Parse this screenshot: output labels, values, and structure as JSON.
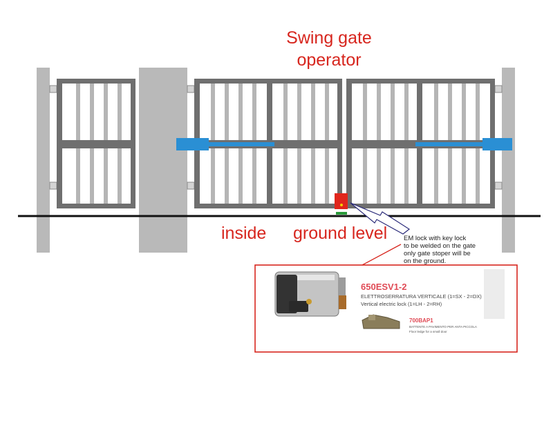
{
  "labels": {
    "title_line1": "Swing gate",
    "title_line2": "operator",
    "inside": "inside",
    "ground_level": "ground level"
  },
  "note": {
    "line1": "EM lock with key lock",
    "line2": "to be welded on the gate",
    "line3": "only gate stoper will be",
    "line4": "on the ground."
  },
  "product": {
    "code": "650ESV1-2",
    "desc_it": "ELETTROSERRATURA VERTICALE (1=SX - 2=DX)",
    "desc_en": "Vertical electric lock (1=LH - 2=RH)",
    "accessory_code": "700BAP1",
    "accessory_desc_it": "BATTENTE A PAVIMENTO PER ANTA PICCOLA",
    "accessory_desc_en": "Floor ledge for a small door"
  },
  "colors": {
    "label_red": "#d7261e",
    "operator_blue": "#2a8fd4",
    "gate_frame": "#6f6f6f",
    "post_gray": "#b9b9b9",
    "lock_red": "#e0261c",
    "stopper_green": "#2a9a3a"
  }
}
